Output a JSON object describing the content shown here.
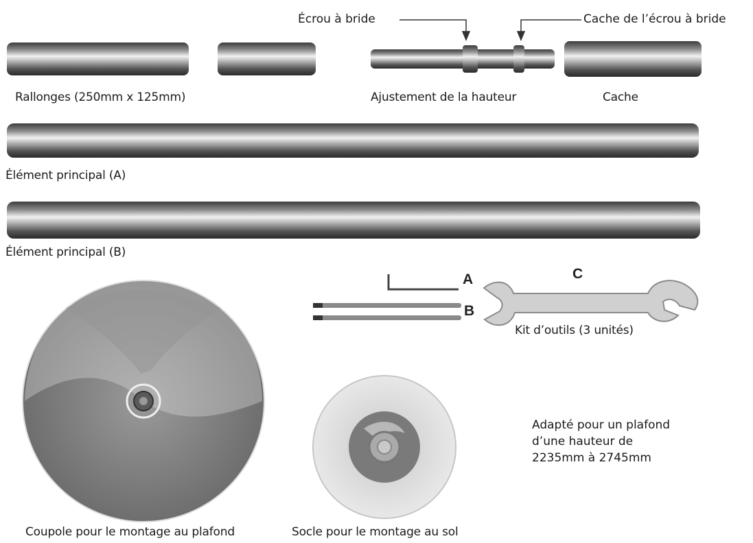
{
  "labels": {
    "flange_nut": "Écrou à bride",
    "flange_nut_cover": "Cache de l’écrou à bride",
    "extensions": "Rallonges (250mm x 125mm)",
    "height_adjust": "Ajustement de la hauteur",
    "cover": "Cache",
    "main_a": "Élément principal (A)",
    "main_b": "Élément principal (B)",
    "tool_a": "A",
    "tool_b": "B",
    "tool_c": "C",
    "tool_kit": "Kit d’outils (3 unités)",
    "ceiling_dome": "Coupole pour le montage au plafond",
    "floor_base": "Socle pour le montage au sol",
    "fit_line1": "Adapté pour un plafond",
    "fit_line2": "d’une hauteur de",
    "fit_line3": "2235mm à 2745mm"
  }
}
